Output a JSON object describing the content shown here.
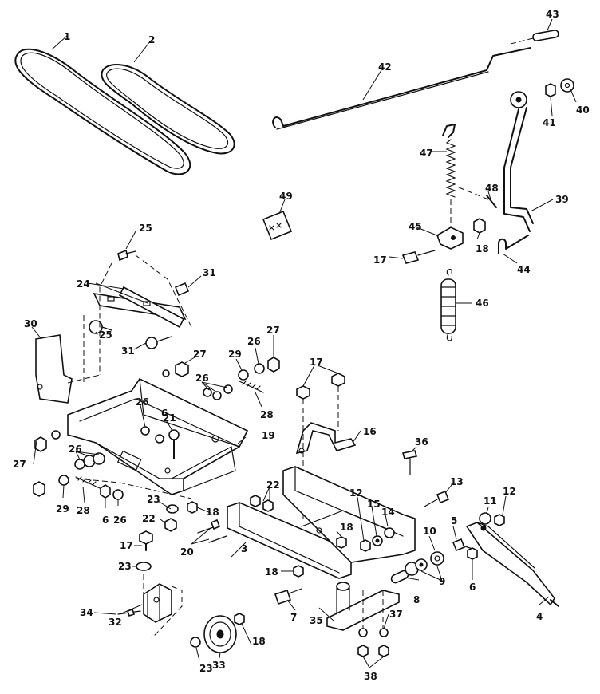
{
  "callouts": [
    {
      "id": "c1",
      "text": "1"
    },
    {
      "id": "c2",
      "text": "2"
    },
    {
      "id": "c3",
      "text": "3"
    },
    {
      "id": "c4",
      "text": "4"
    },
    {
      "id": "c5",
      "text": "5"
    },
    {
      "id": "c6a",
      "text": "6"
    },
    {
      "id": "c6b",
      "text": "6"
    },
    {
      "id": "c6c",
      "text": "6"
    },
    {
      "id": "c7",
      "text": "7"
    },
    {
      "id": "c8",
      "text": "8"
    },
    {
      "id": "c9",
      "text": "9"
    },
    {
      "id": "c10",
      "text": "10"
    },
    {
      "id": "c11",
      "text": "11"
    },
    {
      "id": "c12a",
      "text": "12"
    },
    {
      "id": "c12b",
      "text": "12"
    },
    {
      "id": "c13",
      "text": "13"
    },
    {
      "id": "c14",
      "text": "14"
    },
    {
      "id": "c15",
      "text": "15"
    },
    {
      "id": "c16",
      "text": "16"
    },
    {
      "id": "c17a",
      "text": "17"
    },
    {
      "id": "c17b",
      "text": "17"
    },
    {
      "id": "c17c",
      "text": "17"
    },
    {
      "id": "c18a",
      "text": "18"
    },
    {
      "id": "c18b",
      "text": "18"
    },
    {
      "id": "c18c",
      "text": "18"
    },
    {
      "id": "c18d",
      "text": "18"
    },
    {
      "id": "c18e",
      "text": "18"
    },
    {
      "id": "c19",
      "text": "19"
    },
    {
      "id": "c20",
      "text": "20"
    },
    {
      "id": "c21",
      "text": "21"
    },
    {
      "id": "c22a",
      "text": "22"
    },
    {
      "id": "c22b",
      "text": "22"
    },
    {
      "id": "c23a",
      "text": "23"
    },
    {
      "id": "c23b",
      "text": "23"
    },
    {
      "id": "c23c",
      "text": "23"
    },
    {
      "id": "c24",
      "text": "24"
    },
    {
      "id": "c25a",
      "text": "25"
    },
    {
      "id": "c25b",
      "text": "25"
    },
    {
      "id": "c26a",
      "text": "26"
    },
    {
      "id": "c26b",
      "text": "26"
    },
    {
      "id": "c26c",
      "text": "26"
    },
    {
      "id": "c26d",
      "text": "26"
    },
    {
      "id": "c26e",
      "text": "26"
    },
    {
      "id": "c27a",
      "text": "27"
    },
    {
      "id": "c27b",
      "text": "27"
    },
    {
      "id": "c27c",
      "text": "27"
    },
    {
      "id": "c28a",
      "text": "28"
    },
    {
      "id": "c28b",
      "text": "28"
    },
    {
      "id": "c29a",
      "text": "29"
    },
    {
      "id": "c29b",
      "text": "29"
    },
    {
      "id": "c30",
      "text": "30"
    },
    {
      "id": "c31a",
      "text": "31"
    },
    {
      "id": "c31b",
      "text": "31"
    },
    {
      "id": "c32",
      "text": "32"
    },
    {
      "id": "c33",
      "text": "33"
    },
    {
      "id": "c34",
      "text": "34"
    },
    {
      "id": "c35",
      "text": "35"
    },
    {
      "id": "c36",
      "text": "36"
    },
    {
      "id": "c37",
      "text": "37"
    },
    {
      "id": "c38",
      "text": "38"
    },
    {
      "id": "c39",
      "text": "39"
    },
    {
      "id": "c40",
      "text": "40"
    },
    {
      "id": "c41",
      "text": "41"
    },
    {
      "id": "c42",
      "text": "42"
    },
    {
      "id": "c43",
      "text": "43"
    },
    {
      "id": "c44",
      "text": "44"
    },
    {
      "id": "c45",
      "text": "45"
    },
    {
      "id": "c46",
      "text": "46"
    },
    {
      "id": "c47",
      "text": "47"
    },
    {
      "id": "c48",
      "text": "48"
    },
    {
      "id": "c49",
      "text": "49"
    }
  ]
}
